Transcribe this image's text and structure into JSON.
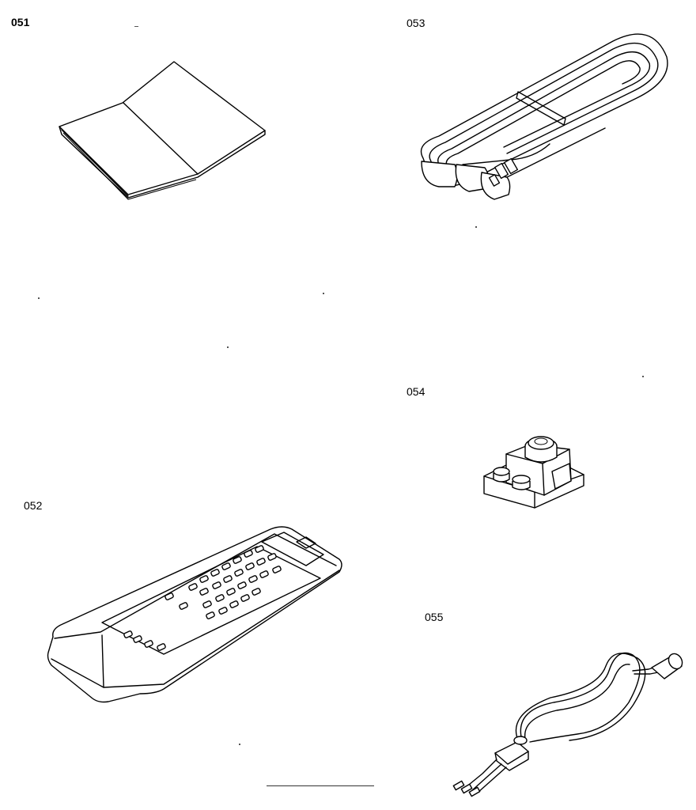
{
  "parts": [
    {
      "id": "051",
      "icon": "booklet-icon"
    },
    {
      "id": "052",
      "icon": "remote-control-icon"
    },
    {
      "id": "053",
      "icon": "speaker-cable-icon"
    },
    {
      "id": "054",
      "icon": "antenna-adapter-icon"
    },
    {
      "id": "055",
      "icon": "antenna-cable-icon"
    }
  ]
}
